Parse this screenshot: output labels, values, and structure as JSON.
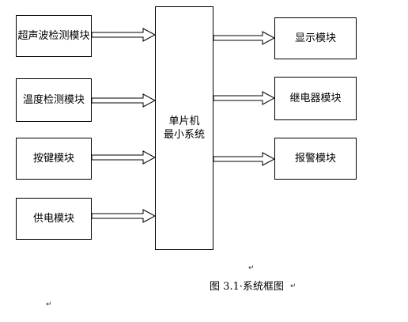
{
  "modules_left": [
    {
      "label": "超声波检测模块"
    },
    {
      "label": "温度检测模块"
    },
    {
      "label": "按键模块"
    },
    {
      "label": "供电模块"
    }
  ],
  "mcu": {
    "line1": "单片机",
    "line2": "最小系统"
  },
  "modules_right": [
    {
      "label": "显示模块"
    },
    {
      "label": "继电器模块"
    },
    {
      "label": "报警模块"
    }
  ],
  "caption": "图 3.1·系统框图",
  "paragraph_mark": "↵"
}
